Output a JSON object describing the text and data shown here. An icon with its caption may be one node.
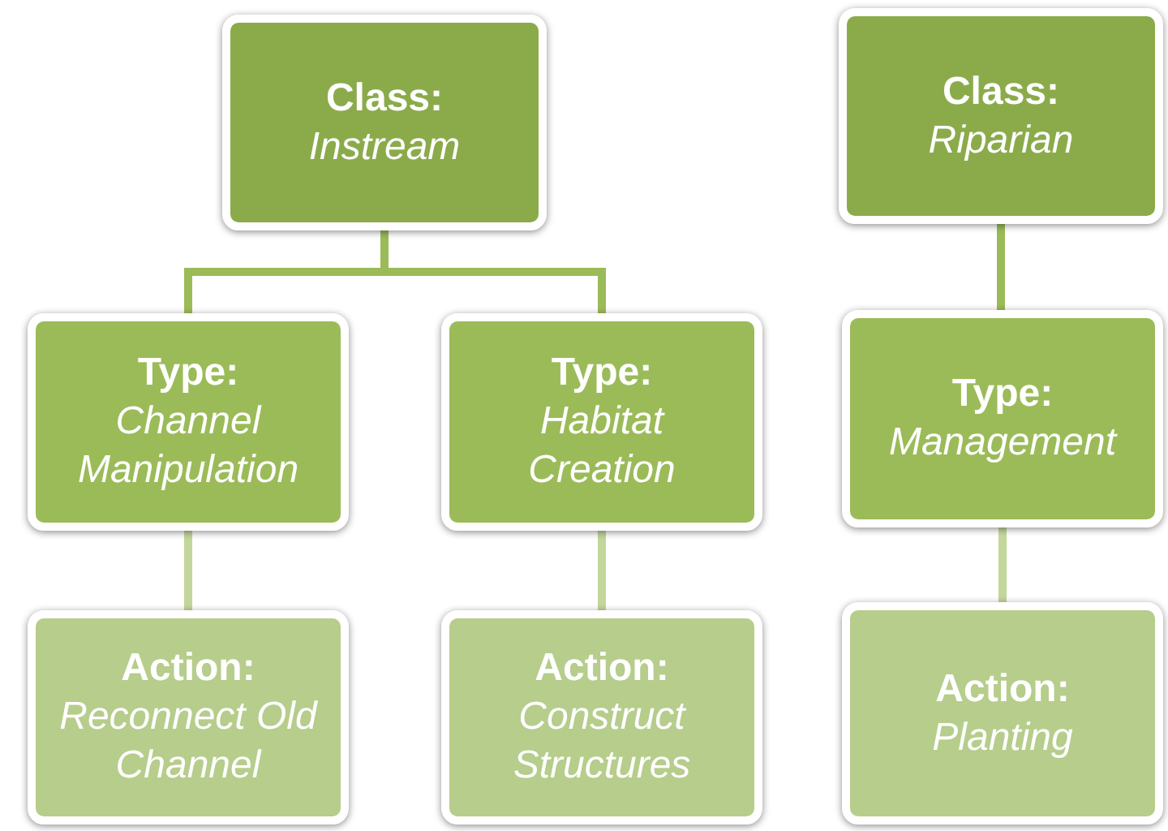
{
  "diagram": {
    "nodes": [
      {
        "text": [
          "Class:",
          "Instream"
        ]
      },
      {
        "text": [
          "Class:",
          "Riparian"
        ]
      },
      {
        "text": [
          "Type:",
          "Channel Manipulation"
        ]
      },
      {
        "text": [
          "Type:",
          "Habitat Creation"
        ]
      },
      {
        "text": [
          "Type:",
          "Management"
        ]
      },
      {
        "text": [
          "Action:",
          "Reconnect Old Channel"
        ]
      },
      {
        "text": [
          "Action:",
          "Construct Structures"
        ]
      },
      {
        "text": [
          "Action:",
          "Planting"
        ]
      }
    ],
    "edges": [
      {
        "from": 0,
        "to": 2,
        "arrow": "none"
      },
      {
        "from": 0,
        "to": 3,
        "arrow": "none"
      },
      {
        "from": 1,
        "to": 4,
        "arrow": "none"
      },
      {
        "from": 2,
        "to": 5,
        "arrow": "none",
        "color": "#c3d69b"
      },
      {
        "from": 3,
        "to": 6,
        "arrow": "none",
        "color": "#c3d69b"
      },
      {
        "from": 4,
        "to": 7,
        "arrow": "none",
        "color": "#c3d69b"
      }
    ]
  }
}
